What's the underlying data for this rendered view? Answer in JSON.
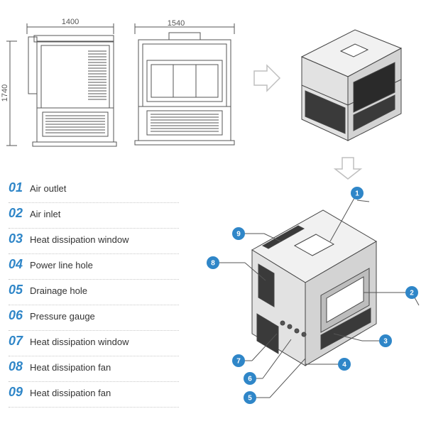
{
  "dimensions": {
    "width_front": "1400",
    "width_side": "1540",
    "height": "1740"
  },
  "legend": [
    {
      "num": "01",
      "label": "Air outlet"
    },
    {
      "num": "02",
      "label": "Air inlet"
    },
    {
      "num": "03",
      "label": "Heat dissipation window"
    },
    {
      "num": "04",
      "label": "Power line hole"
    },
    {
      "num": "05",
      "label": "Drainage hole"
    },
    {
      "num": "06",
      "label": "Pressure gauge"
    },
    {
      "num": "07",
      "label": "Heat dissipation window"
    },
    {
      "num": "08",
      "label": "Heat dissipation fan"
    },
    {
      "num": "09",
      "label": "Heat dissipation fan"
    }
  ],
  "callouts": [
    "1",
    "2",
    "3",
    "4",
    "5",
    "6",
    "7",
    "8",
    "9"
  ],
  "colors": {
    "accent": "#2f86c8",
    "line": "#555555",
    "arrow": "#bfbfbf"
  }
}
